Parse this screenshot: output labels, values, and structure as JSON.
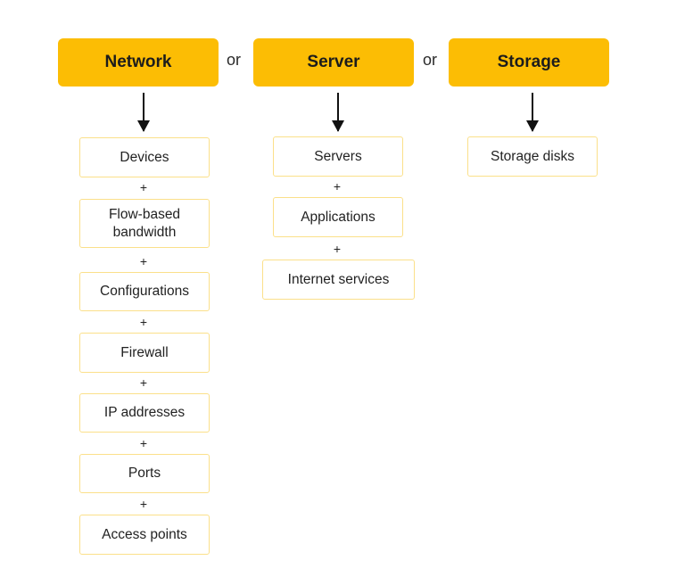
{
  "diagram": {
    "columns": [
      {
        "header": "Network",
        "items": [
          "Devices",
          "Flow-based\nbandwidth",
          "Configurations",
          "Firewall",
          "IP addresses",
          "Ports",
          "Access points"
        ]
      },
      {
        "header": "Server",
        "items": [
          "Servers",
          "Applications",
          "Internet services"
        ]
      },
      {
        "header": "Storage",
        "items": [
          "Storage disks"
        ]
      }
    ],
    "connector": "or",
    "separator": "+"
  },
  "colors": {
    "header_fill": "#fcbd04",
    "box_border": "#fbe08a",
    "arrow": "#111111"
  }
}
